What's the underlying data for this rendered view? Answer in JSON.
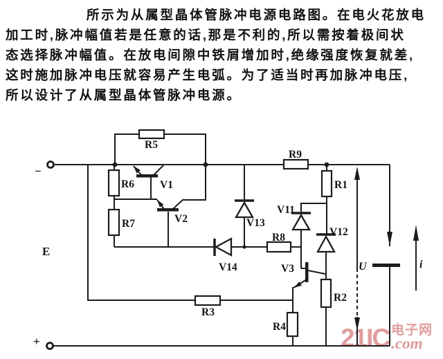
{
  "paragraph": {
    "lines": [
      "所示为从属型晶体管脉冲电源电路图。在电火花放电",
      "加工时,脉冲幅值若是任意的话,那是不利的,所以需按着极间状",
      "态选择脉冲幅值。在放电间隙中铁屑增加时,绝缘强度恢复就差,",
      "这时施加脉冲电压就容易产生电弧。为了适当时再加脉冲电压,",
      "所以设计了从属型晶体管脉冲电源。"
    ]
  },
  "circuit": {
    "line_color": "#1c1c1c",
    "resistors": {
      "r1": "R1",
      "r2": "R2",
      "r3": "R3",
      "r4": "R4",
      "r5": "R5",
      "r6": "R6",
      "r7": "R7",
      "r8": "R8",
      "r9": "R9"
    },
    "transistors": {
      "v1": "V1",
      "v2": "V2",
      "v3": "V3"
    },
    "diodes": {
      "v11": "V11",
      "v12": "V12",
      "v13": "V13",
      "v14": "V14"
    },
    "terminals": {
      "minus": "−",
      "plus": "+",
      "source": "E"
    },
    "annotations": {
      "voltage": "U",
      "current": "i"
    }
  },
  "watermark": {
    "brand": "21IC",
    "site_cn": "电子网",
    "domain": ".com",
    "color": "#dc9090"
  }
}
